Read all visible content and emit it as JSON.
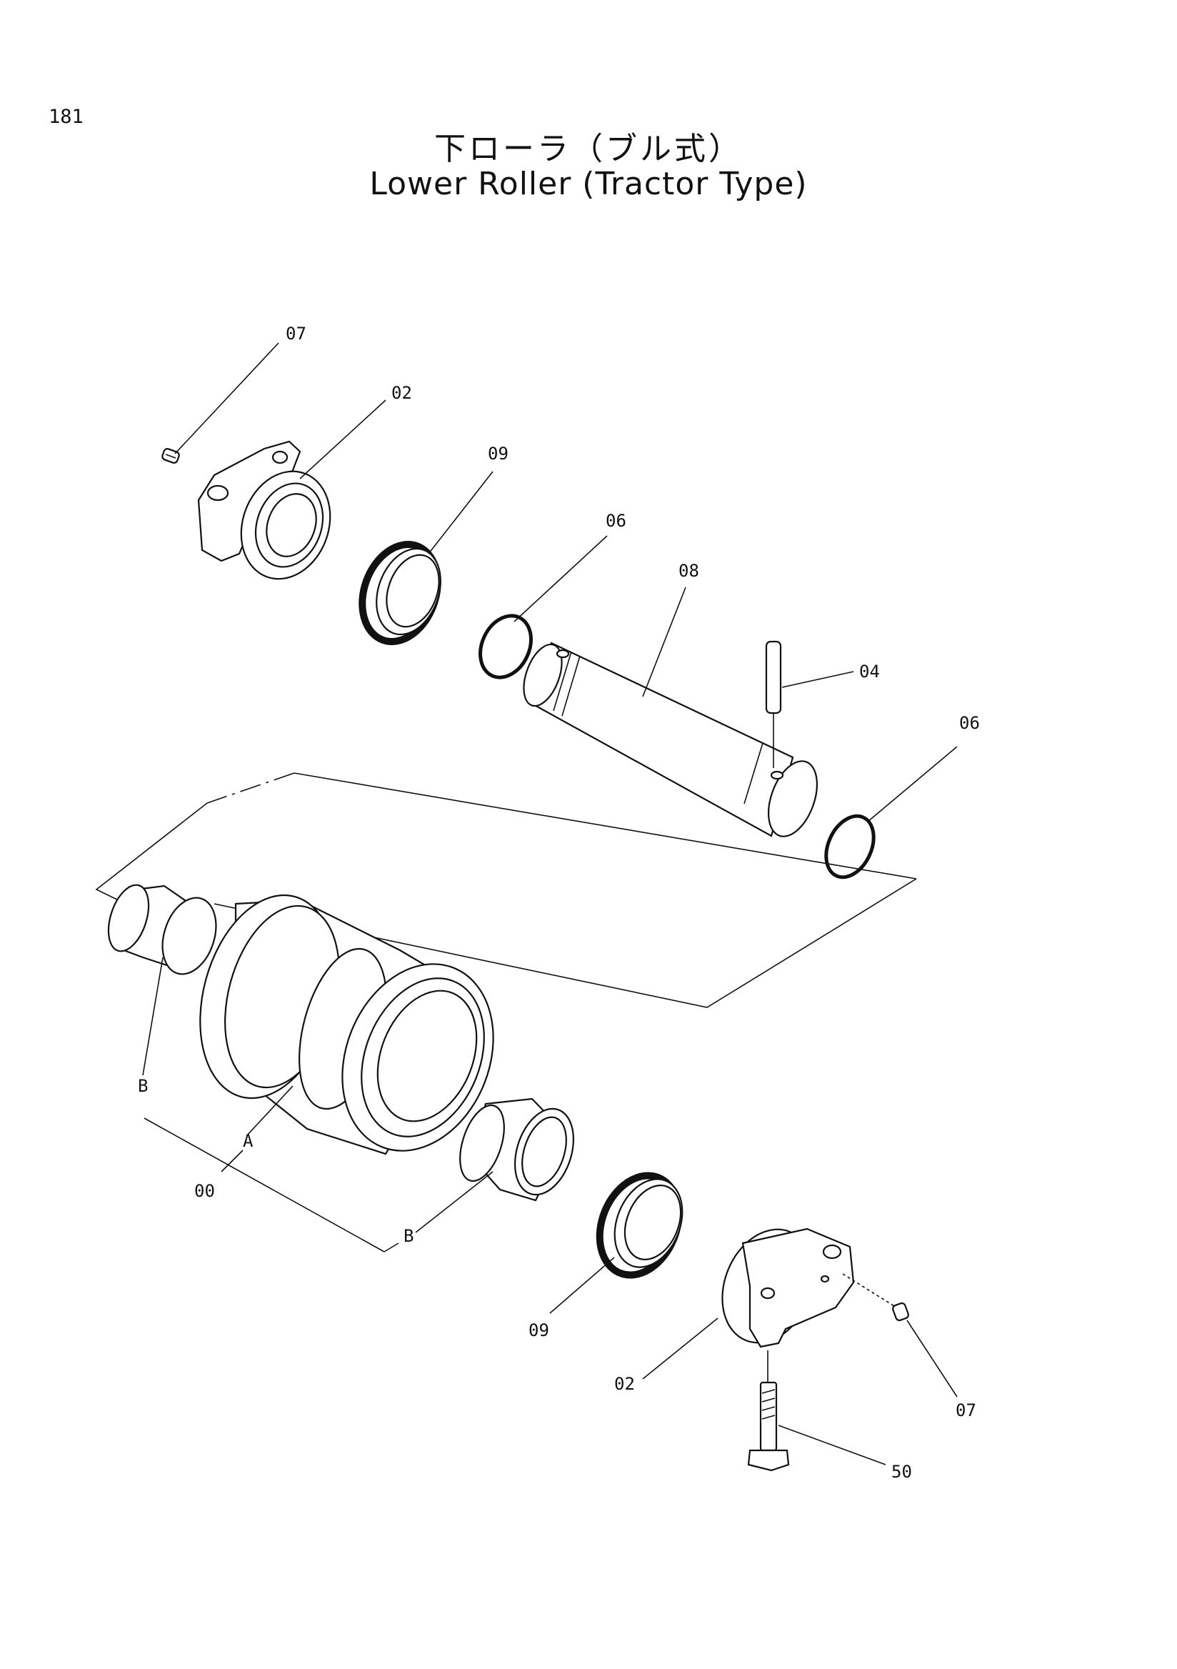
{
  "page_number": "181",
  "title_jp": "下ローラ（ブル式）",
  "title_en": "Lower Roller (Tractor Type)",
  "callouts": {
    "c07_top": "07",
    "c02_top": "02",
    "c09_top": "09",
    "c06_top": "06",
    "c08": "08",
    "c04": "04",
    "c06_right": "06",
    "cB_left": "B",
    "cA": "A",
    "c00": "00",
    "cB_bottom": "B",
    "c09_bottom": "09",
    "c02_bottom": "02",
    "c07_bottom": "07",
    "c50": "50"
  }
}
